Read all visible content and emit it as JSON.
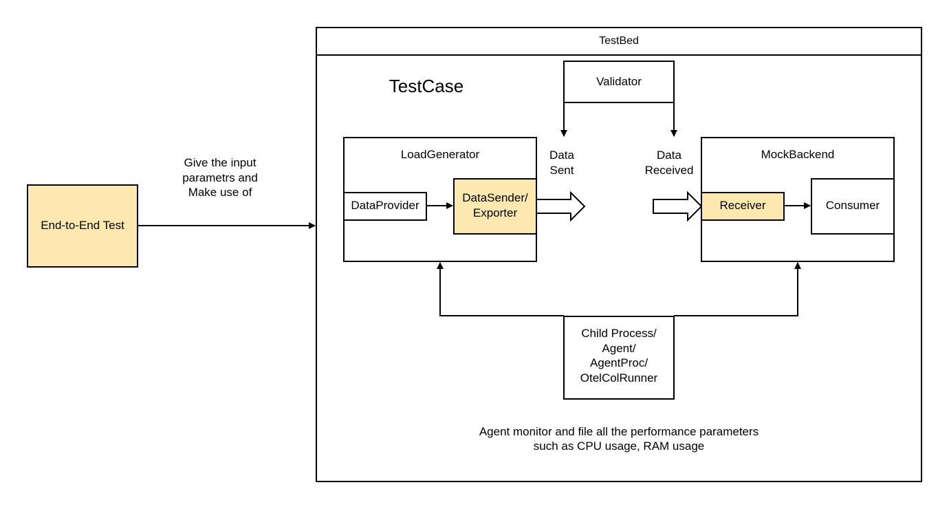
{
  "e2e": {
    "label": "End-to-End Test"
  },
  "input_note": {
    "lines": [
      "Give the input",
      "parametrs and",
      "Make use of"
    ]
  },
  "testbed": {
    "title": "TestBed"
  },
  "testcase": {
    "title": "TestCase"
  },
  "validator": {
    "label": "Validator"
  },
  "load_generator": {
    "title": "LoadGenerator",
    "data_provider": "DataProvider",
    "data_sender_lines": [
      "DataSender/",
      "Exporter"
    ]
  },
  "data_sent": {
    "lines": [
      "Data",
      "Sent"
    ]
  },
  "data_received": {
    "lines": [
      "Data",
      "Received"
    ]
  },
  "mock_backend": {
    "title": "MockBackend",
    "receiver": "Receiver",
    "consumer": "Consumer"
  },
  "child_process": {
    "lines": [
      "Child Process/",
      "Agent/",
      "AgentProc/",
      "OtelColRunner"
    ]
  },
  "agent_note": {
    "lines": [
      "Agent monitor and file all the performance parameters",
      "such as CPU usage, RAM usage"
    ]
  },
  "colors": {
    "highlight": "#fde9b0",
    "stroke": "#000000",
    "background": "#ffffff"
  }
}
